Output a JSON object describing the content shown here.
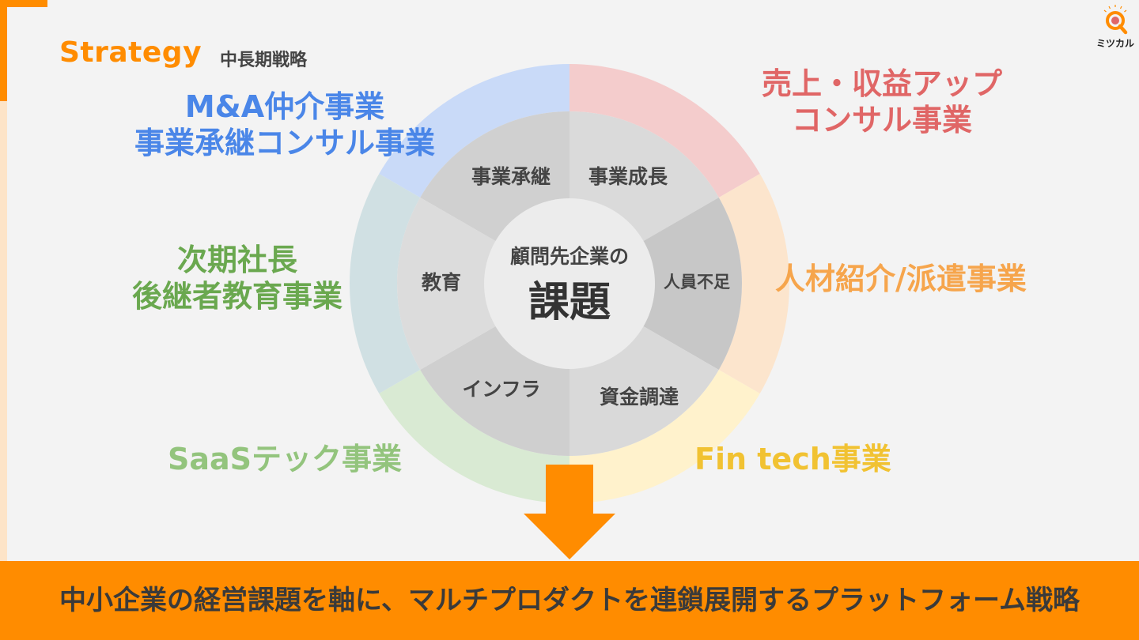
{
  "header": {
    "title": "Strategy",
    "subtitle": "中長期戦略"
  },
  "logo": {
    "name": "ミツカル",
    "icon": "magnifier-q-icon",
    "brand_color": "#ff8c00"
  },
  "diagram": {
    "center": {
      "line1": "顧問先企業の",
      "line2": "課題"
    },
    "segments": [
      {
        "label": "事業承継"
      },
      {
        "label": "事業成長"
      },
      {
        "label": "人員不足"
      },
      {
        "label": "資金調達"
      },
      {
        "label": "インフラ"
      },
      {
        "label": "教育"
      }
    ],
    "outer_ring_colors": [
      "#c9daf8",
      "#f4cccc",
      "#fce5cd",
      "#fff2cc",
      "#d9ead3",
      "#d0e0e3"
    ],
    "businesses": {
      "ma": {
        "line1": "M&A仲介事業",
        "line2": "事業承継コンサル事業",
        "color": "#4a86e8"
      },
      "uriage": {
        "line1": "売上・収益アップ",
        "line2": "コンサル事業",
        "color": "#e06666"
      },
      "jinzai": {
        "line1": "人材紹介/派遣事業",
        "color": "#f6a54c"
      },
      "fintech": {
        "line1": "Fin tech事業",
        "color": "#f1c232"
      },
      "saas": {
        "line1": "SaaSテック事業",
        "color": "#93c47d"
      },
      "jiki": {
        "line1": "次期社長",
        "line2": "後継者教育事業",
        "color": "#6aa84f"
      }
    }
  },
  "banner": {
    "text": "中小企業の経営課題を軸に、マルチプロダクトを連鎖展開するプラットフォーム戦略",
    "color": "#ff8c00"
  }
}
